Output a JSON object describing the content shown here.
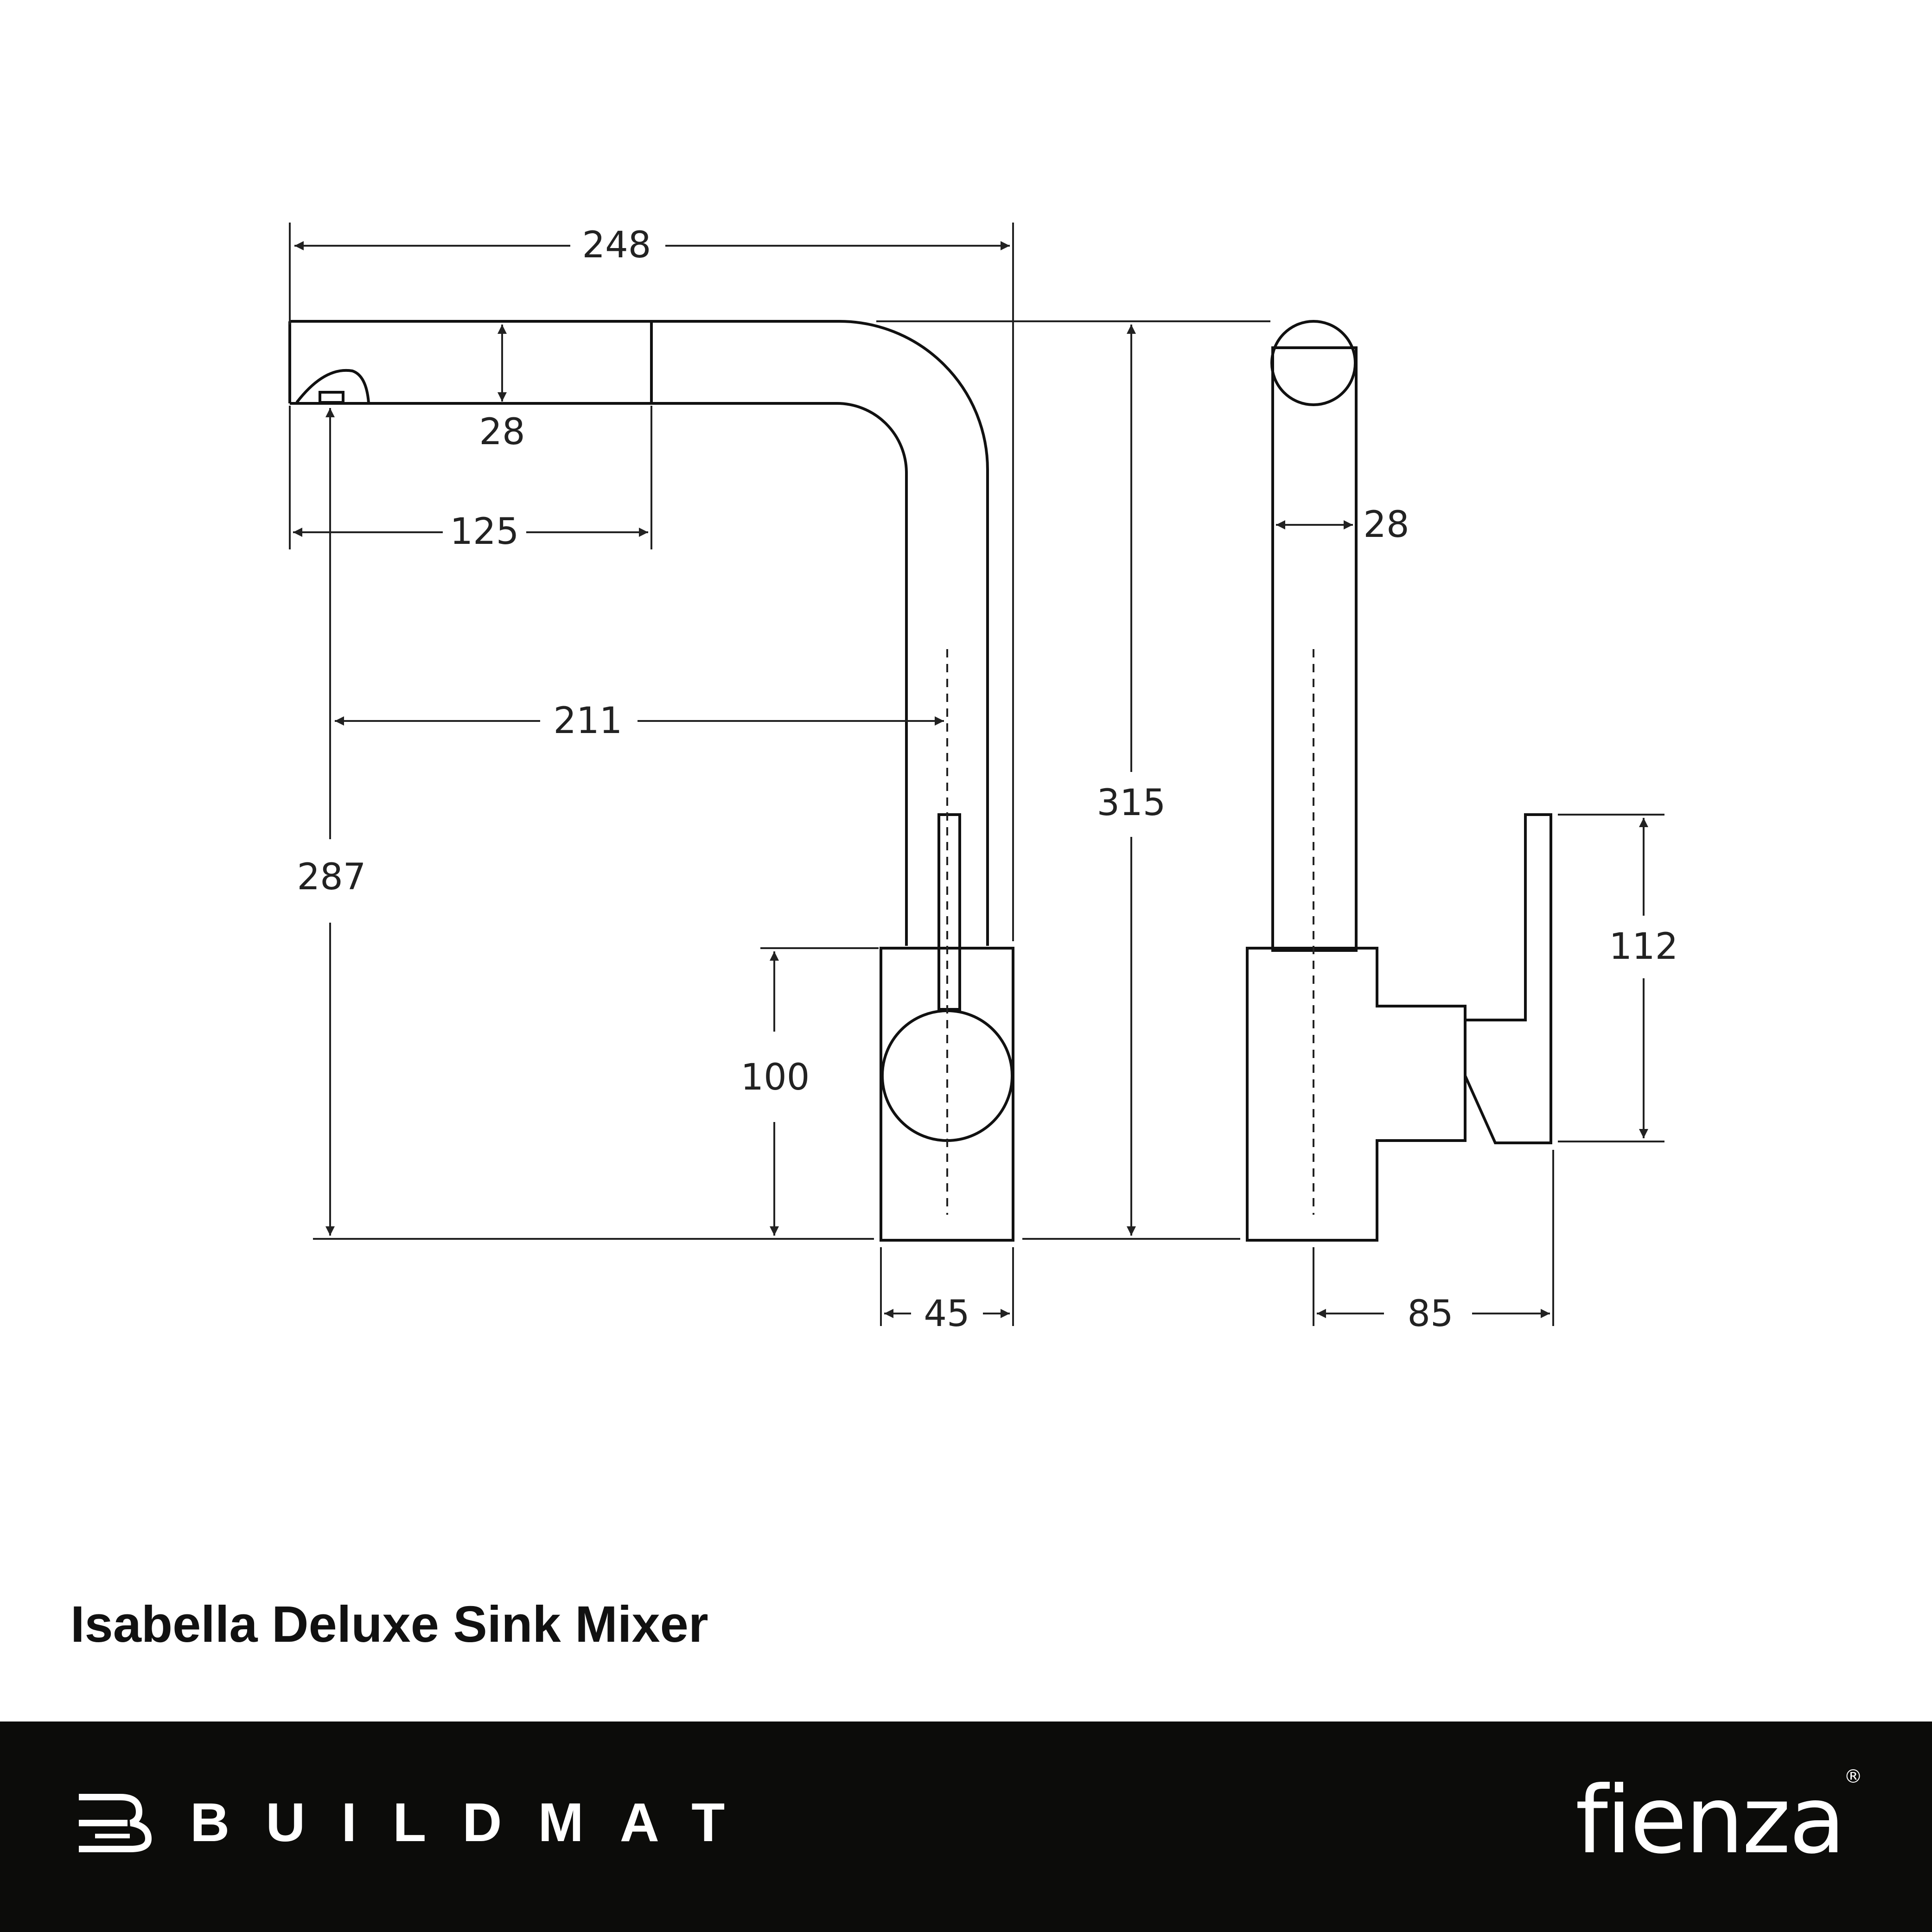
{
  "diagram": {
    "dimensions": {
      "overall_width": "248",
      "spout_height": "28",
      "spout_head_length": "125",
      "reach": "211",
      "spout_outlet_height": "287",
      "overall_height": "315",
      "spout_diameter": "28",
      "body_height": "100",
      "lever_height": "112",
      "body_width": "45",
      "lever_reach": "85"
    }
  },
  "product": {
    "title": "Isabella Deluxe Sink Mixer"
  },
  "footer": {
    "left_brand": "BUILDMAT",
    "left_brand_icon": "buildmat-b-logo-icon",
    "right_brand": "fienza",
    "right_brand_mark": "®",
    "background": "#0c0c0a"
  }
}
